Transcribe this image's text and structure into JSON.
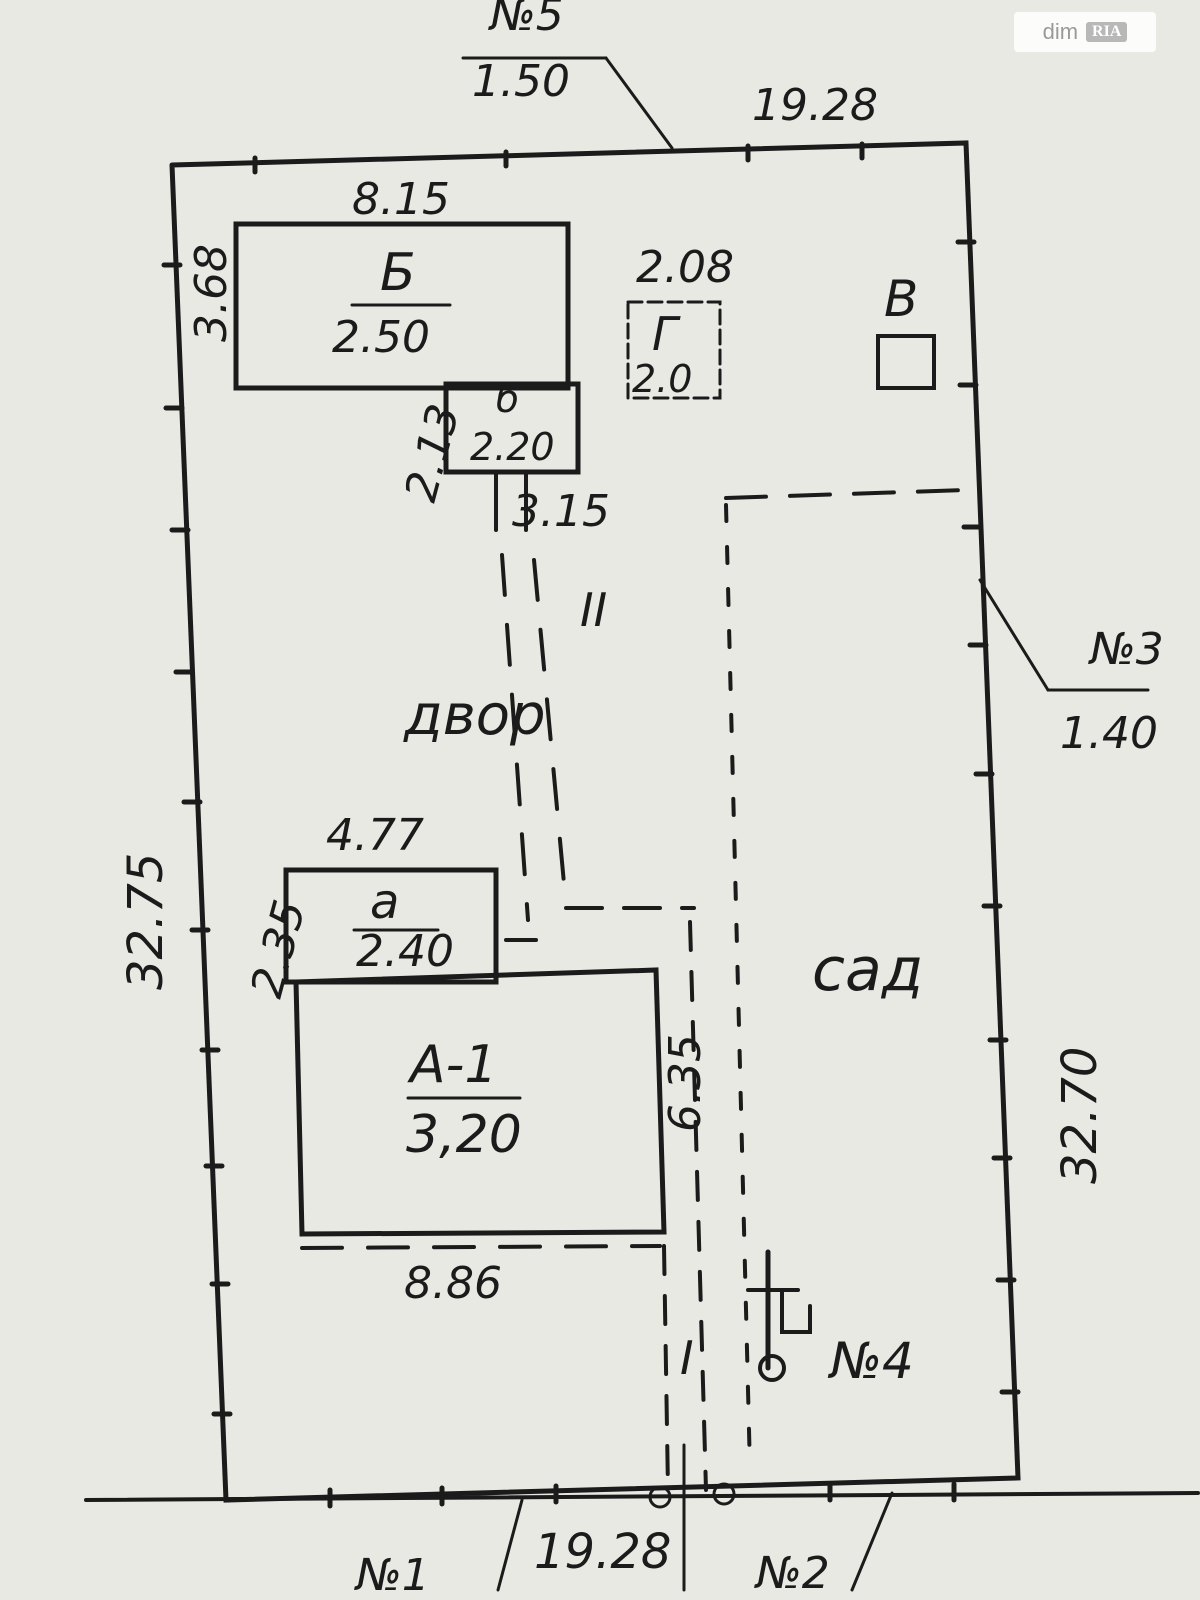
{
  "watermark": {
    "brand": "dim",
    "logo": "RIA"
  },
  "plan": {
    "outer": {
      "top_dim": "19.28",
      "bottom_dim": "19.28",
      "left_dim": "32.75",
      "right_dim": "32.70"
    },
    "neighbors": [
      {
        "id": "n5",
        "label": "№5",
        "value": "1.50"
      },
      {
        "id": "n3",
        "label": "№3",
        "value": "1.40"
      },
      {
        "id": "n4",
        "label": "№4"
      },
      {
        "id": "n1",
        "label": "№1"
      },
      {
        "id": "n2",
        "label": "№2"
      }
    ],
    "buildings": {
      "B": {
        "label": "Б",
        "height": "2.50",
        "width": "8.15",
        "depth": "3.68"
      },
      "b": {
        "label": "б",
        "height": "2.20",
        "depth": "2.13",
        "width": "3.15"
      },
      "G": {
        "label": "Г",
        "height": "2.0",
        "width": "2.08"
      },
      "V": {
        "label": "В"
      },
      "a": {
        "label": "а",
        "height": "2.40",
        "width": "4.77",
        "depth": "2.35"
      },
      "A1": {
        "label": "А-1",
        "height": "3,20",
        "width": "8.86",
        "depth": "6.35"
      }
    },
    "areas": {
      "yard": "двор",
      "garden": "сад"
    },
    "fences": {
      "fence1": "I",
      "fence2": "II"
    }
  },
  "colors": {
    "paper": "#e8e9e3",
    "ink": "#1b1b1b"
  }
}
